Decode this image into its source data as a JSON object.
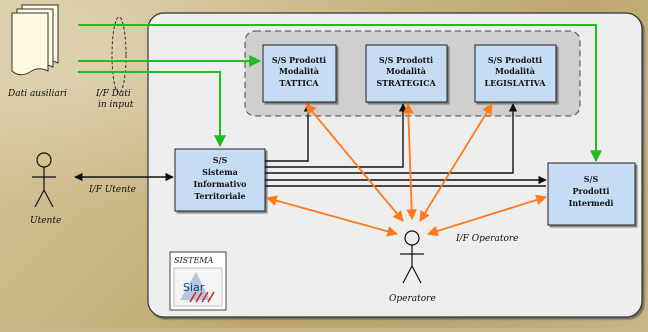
{
  "inputs": {
    "aux_data_label": "Dati ausiliari",
    "if_input_label": [
      "I/F Dati",
      "in input"
    ]
  },
  "actors": {
    "user_label": "Utente",
    "user_interface_label": "I/F Utente",
    "operator_label": "Operatore",
    "operator_interface_label": "I/F Operatore"
  },
  "boxes": {
    "tattica": [
      "S/S Prodotti",
      "Modalità",
      "TATTICA"
    ],
    "strategica": [
      "S/S Prodotti",
      "Modalità",
      "STRATEGICA"
    ],
    "legislativa": [
      "S/S Prodotti",
      "Modalità",
      "LEGISLATIVA"
    ],
    "sit": [
      "S/S",
      "Sistema",
      "Informativo",
      "Territoriale"
    ],
    "intermedi": [
      "S/S",
      "Prodotti",
      "Intermedi"
    ]
  },
  "logo": {
    "title": "SISTEMA",
    "brand": "Siar"
  },
  "colors": {
    "system_bg": "#efefef",
    "box_fill": "#c5dcf4",
    "green_arrow": "#22bb22",
    "orange_arrow": "#ff7a1a",
    "black_arrow": "#111111"
  }
}
